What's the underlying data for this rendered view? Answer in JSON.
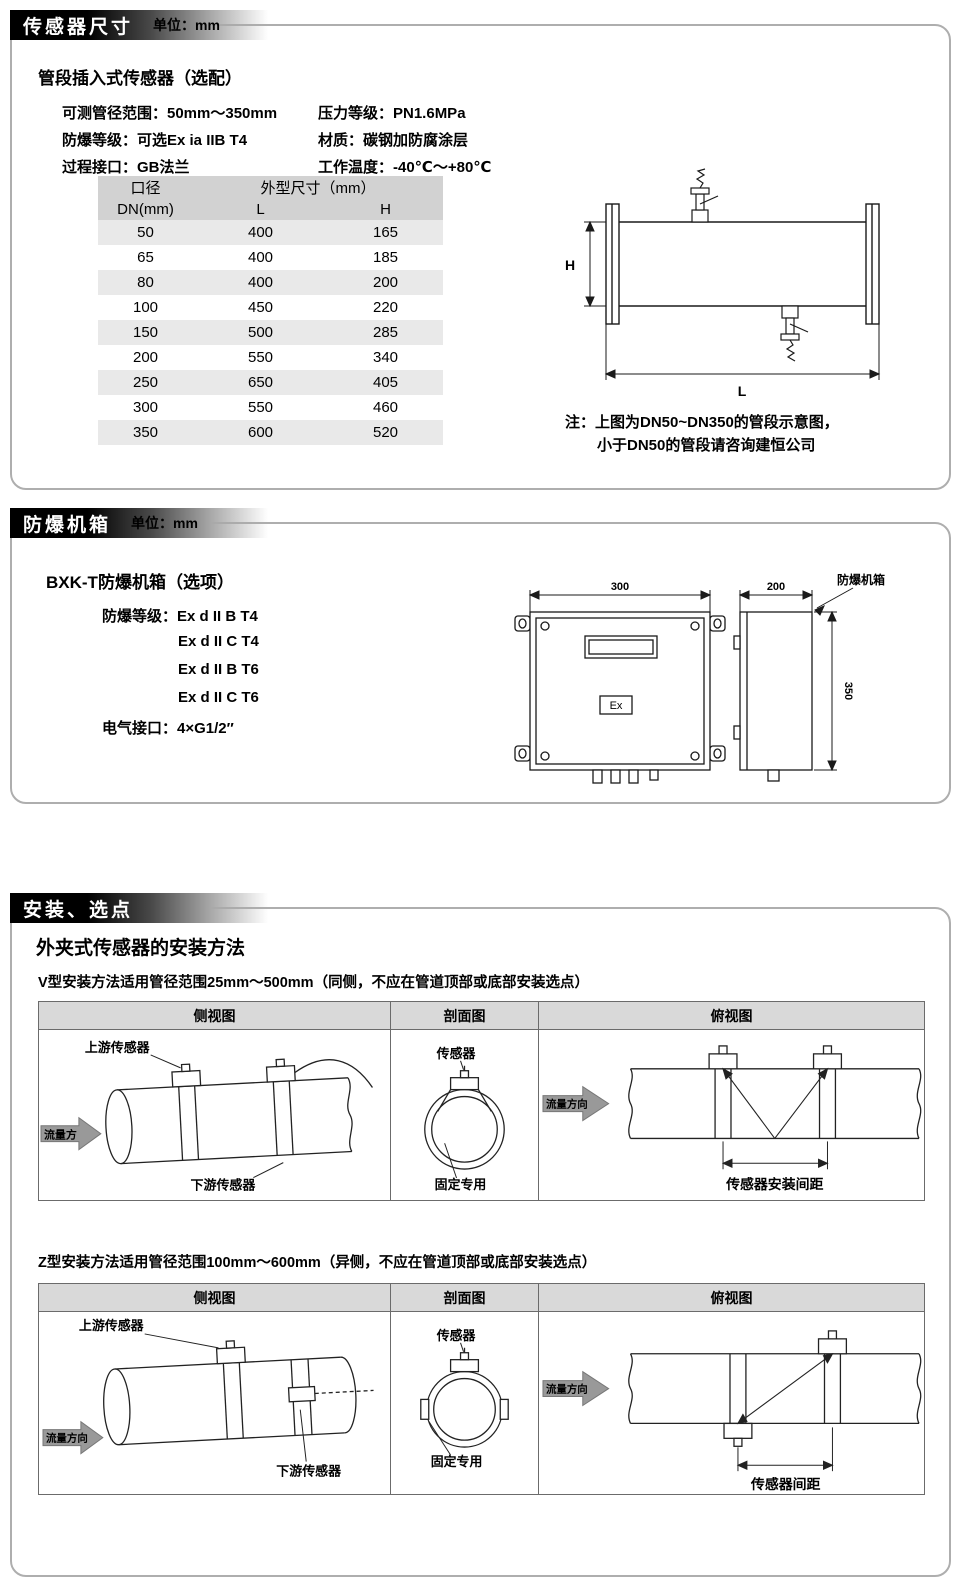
{
  "colors": {
    "arrow_gray": "#999999",
    "header_gray": "#d9d9d9",
    "stripe_gray": "#e9e9e9",
    "banner_black": "#000000"
  },
  "section1": {
    "banner": "传感器尺寸",
    "unit": "单位：mm",
    "subtitle": "管段插入式传感器（选配）",
    "specs": {
      "r1c1": "可测管径范围：50mm～350mm",
      "r1c2": "压力等级：PN1.6MPa",
      "r2c1": "防爆等级：可选Ex ia IIB T4",
      "r2c2": "材质：碳钢加防腐涂层",
      "r3c1": "过程接口：GB法兰",
      "r3c2": "工作温度：-40℃～+80℃"
    },
    "table": {
      "col1_line1": "口径",
      "col1_line2": "DN(mm)",
      "col2_header": "外型尺寸（mm）",
      "sub_l": "L",
      "sub_h": "H",
      "rows": [
        {
          "dn": "50",
          "l": "400",
          "h": "165"
        },
        {
          "dn": "65",
          "l": "400",
          "h": "185"
        },
        {
          "dn": "80",
          "l": "400",
          "h": "200"
        },
        {
          "dn": "100",
          "l": "450",
          "h": "220"
        },
        {
          "dn": "150",
          "l": "500",
          "h": "285"
        },
        {
          "dn": "200",
          "l": "550",
          "h": "340"
        },
        {
          "dn": "250",
          "l": "650",
          "h": "405"
        },
        {
          "dn": "300",
          "l": "550",
          "h": "460"
        },
        {
          "dn": "350",
          "l": "600",
          "h": "520"
        }
      ]
    },
    "drawing": {
      "h": "H",
      "l": "L"
    },
    "note1": "注：上图为DN50~DN350的管段示意图，",
    "note2": "小于DN50的管段请咨询建恒公司"
  },
  "section2": {
    "banner": "防爆机箱",
    "unit": "单位：mm",
    "subtitle": "BXK-T防爆机箱（选项）",
    "grade_line1": "防爆等级：Ex d II B T4",
    "grade_line2": "Ex d II C T4",
    "grade_line3": "Ex d II B T6",
    "grade_line4": "Ex d II C T6",
    "electrical": "电气接口：4×G1/2″",
    "drawing": {
      "dim_w": "300",
      "dim_d": "200",
      "dim_h": "350",
      "label": "防爆机箱",
      "ex": "Ex"
    }
  },
  "section3": {
    "banner": "安装、选点",
    "title": "外夹式传感器的安装方法",
    "v_line": "V型安装方法适用管径范围25mm～500mm（同侧，不应在管道顶部或底部安装选点）",
    "z_line": "Z型安装方法适用管径范围100mm～600mm（异侧，不应在管道顶部或底部安装选点）",
    "col_side": "侧视图",
    "col_section": "剖面图",
    "col_top": "俯视图",
    "v": {
      "upstream": "上游传感器",
      "flow1": "流量方",
      "downstream": "下游传感器",
      "sensor": "传感器",
      "fix": "固定专用",
      "flow2": "流量方向",
      "spacing": "传感器安装间距"
    },
    "z": {
      "upstream": "上游传感器",
      "flow1": "流量方向",
      "downstream": "下游传感器",
      "sensor": "传感器",
      "fix": "固定专用",
      "flow2": "流量方向",
      "spacing": "传感器间距"
    }
  }
}
